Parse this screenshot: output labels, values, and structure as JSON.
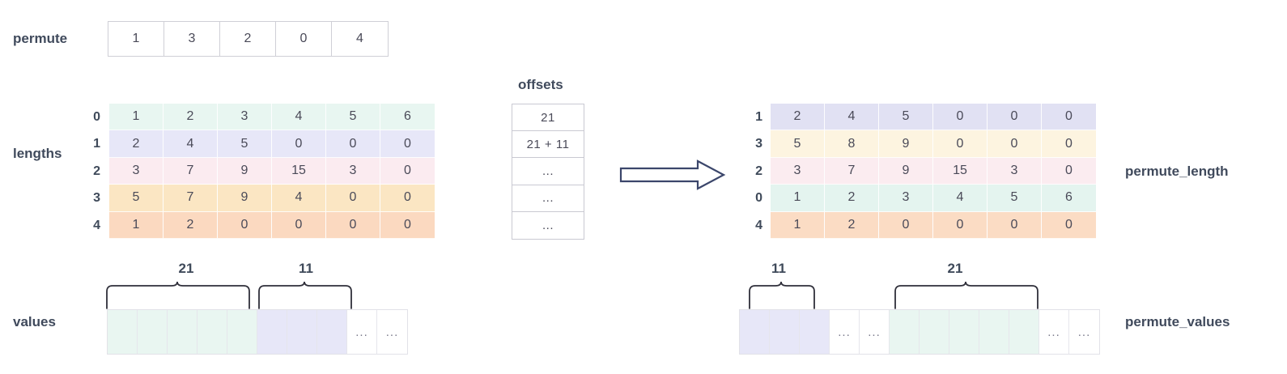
{
  "permute": {
    "label": "permute",
    "values": [
      "1",
      "3",
      "2",
      "0",
      "4"
    ]
  },
  "lengths": {
    "label": "lengths",
    "row_indices": [
      "0",
      "1",
      "2",
      "3",
      "4"
    ],
    "rows": [
      [
        "1",
        "2",
        "3",
        "4",
        "5",
        "6"
      ],
      [
        "2",
        "4",
        "5",
        "0",
        "0",
        "0"
      ],
      [
        "3",
        "7",
        "9",
        "15",
        "3",
        "0"
      ],
      [
        "5",
        "7",
        "9",
        "4",
        "0",
        "0"
      ],
      [
        "1",
        "2",
        "0",
        "0",
        "0",
        "0"
      ]
    ],
    "row_colors": [
      "#e8f6f1",
      "#e7e7f8",
      "#fbebf0",
      "#fbe6c3",
      "#fbd9c0"
    ]
  },
  "offsets": {
    "label": "offsets",
    "cells": [
      "21",
      "21 + 11",
      "...",
      "...",
      "..."
    ]
  },
  "permute_length": {
    "label": "permute_length",
    "row_indices": [
      "1",
      "3",
      "2",
      "0",
      "4"
    ],
    "rows": [
      [
        "2",
        "4",
        "5",
        "0",
        "0",
        "0"
      ],
      [
        "5",
        "8",
        "9",
        "0",
        "0",
        "0"
      ],
      [
        "3",
        "7",
        "9",
        "15",
        "3",
        "0"
      ],
      [
        "1",
        "2",
        "3",
        "4",
        "5",
        "6"
      ],
      [
        "1",
        "2",
        "0",
        "0",
        "0",
        "0"
      ]
    ],
    "row_colors": [
      "#e1e1f3",
      "#fdf4e0",
      "#fbecf0",
      "#e4f4ef",
      "#fbdcc4"
    ]
  },
  "values": {
    "label": "values",
    "cells": [
      {
        "fill": "#e9f6f1",
        "text": ""
      },
      {
        "fill": "#e9f6f1",
        "text": ""
      },
      {
        "fill": "#e9f6f1",
        "text": ""
      },
      {
        "fill": "#e9f6f1",
        "text": ""
      },
      {
        "fill": "#e9f6f1",
        "text": ""
      },
      {
        "fill": "#e7e7f8",
        "text": ""
      },
      {
        "fill": "#e7e7f8",
        "text": ""
      },
      {
        "fill": "#e7e7f8",
        "text": ""
      },
      {
        "fill": "#ffffff",
        "text": "..."
      },
      {
        "fill": "#ffffff",
        "text": "..."
      }
    ],
    "brace_left_label": "21",
    "brace_right_label": "11"
  },
  "permute_values": {
    "label": "permute_values",
    "cells": [
      {
        "fill": "#e7e7f8",
        "text": ""
      },
      {
        "fill": "#e7e7f8",
        "text": ""
      },
      {
        "fill": "#e7e7f8",
        "text": ""
      },
      {
        "fill": "#ffffff",
        "text": "..."
      },
      {
        "fill": "#ffffff",
        "text": "..."
      },
      {
        "fill": "#e9f6f1",
        "text": ""
      },
      {
        "fill": "#e9f6f1",
        "text": ""
      },
      {
        "fill": "#e9f6f1",
        "text": ""
      },
      {
        "fill": "#e9f6f1",
        "text": ""
      },
      {
        "fill": "#e9f6f1",
        "text": ""
      },
      {
        "fill": "#ffffff",
        "text": "..."
      },
      {
        "fill": "#ffffff",
        "text": "..."
      }
    ],
    "brace_left_label": "11",
    "brace_right_label": "21"
  },
  "arrow": {
    "name": "transform-arrow",
    "stroke": "#3b466b"
  }
}
